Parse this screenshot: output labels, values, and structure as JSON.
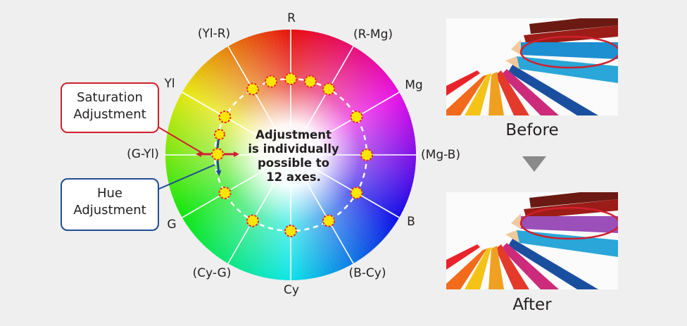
{
  "diagram": {
    "axes": [
      {
        "id": "r",
        "label": "R"
      },
      {
        "id": "r-mg",
        "label": "(R-Mg)"
      },
      {
        "id": "mg",
        "label": "Mg"
      },
      {
        "id": "mg-b",
        "label": "(Mg-B)"
      },
      {
        "id": "b",
        "label": "B"
      },
      {
        "id": "b-cy",
        "label": "(B-Cy)"
      },
      {
        "id": "cy",
        "label": "Cy"
      },
      {
        "id": "cy-g",
        "label": "(Cy-G)"
      },
      {
        "id": "g",
        "label": "G"
      },
      {
        "id": "g-yl",
        "label": "(G-Yl)"
      },
      {
        "id": "yl",
        "label": "Yl"
      },
      {
        "id": "yl-r",
        "label": "(Yl-R)"
      }
    ],
    "center_text": [
      "Adjustment",
      "is individually",
      "possible to",
      "12 axes."
    ],
    "saturation_callout": [
      "Saturation",
      "Adjustment"
    ],
    "hue_callout": [
      "Hue",
      "Adjustment"
    ],
    "colors": {
      "saturation": "#d0202e",
      "hue": "#1f4d91",
      "point_fill": "#ffe600",
      "point_border": "#e8282b"
    }
  },
  "photos": {
    "before_caption": "Before",
    "after_caption": "After",
    "highlight_color": "#d0202e",
    "before_pencil_color": "#1e8fd0",
    "after_pencil_color": "#9b4fb8"
  }
}
